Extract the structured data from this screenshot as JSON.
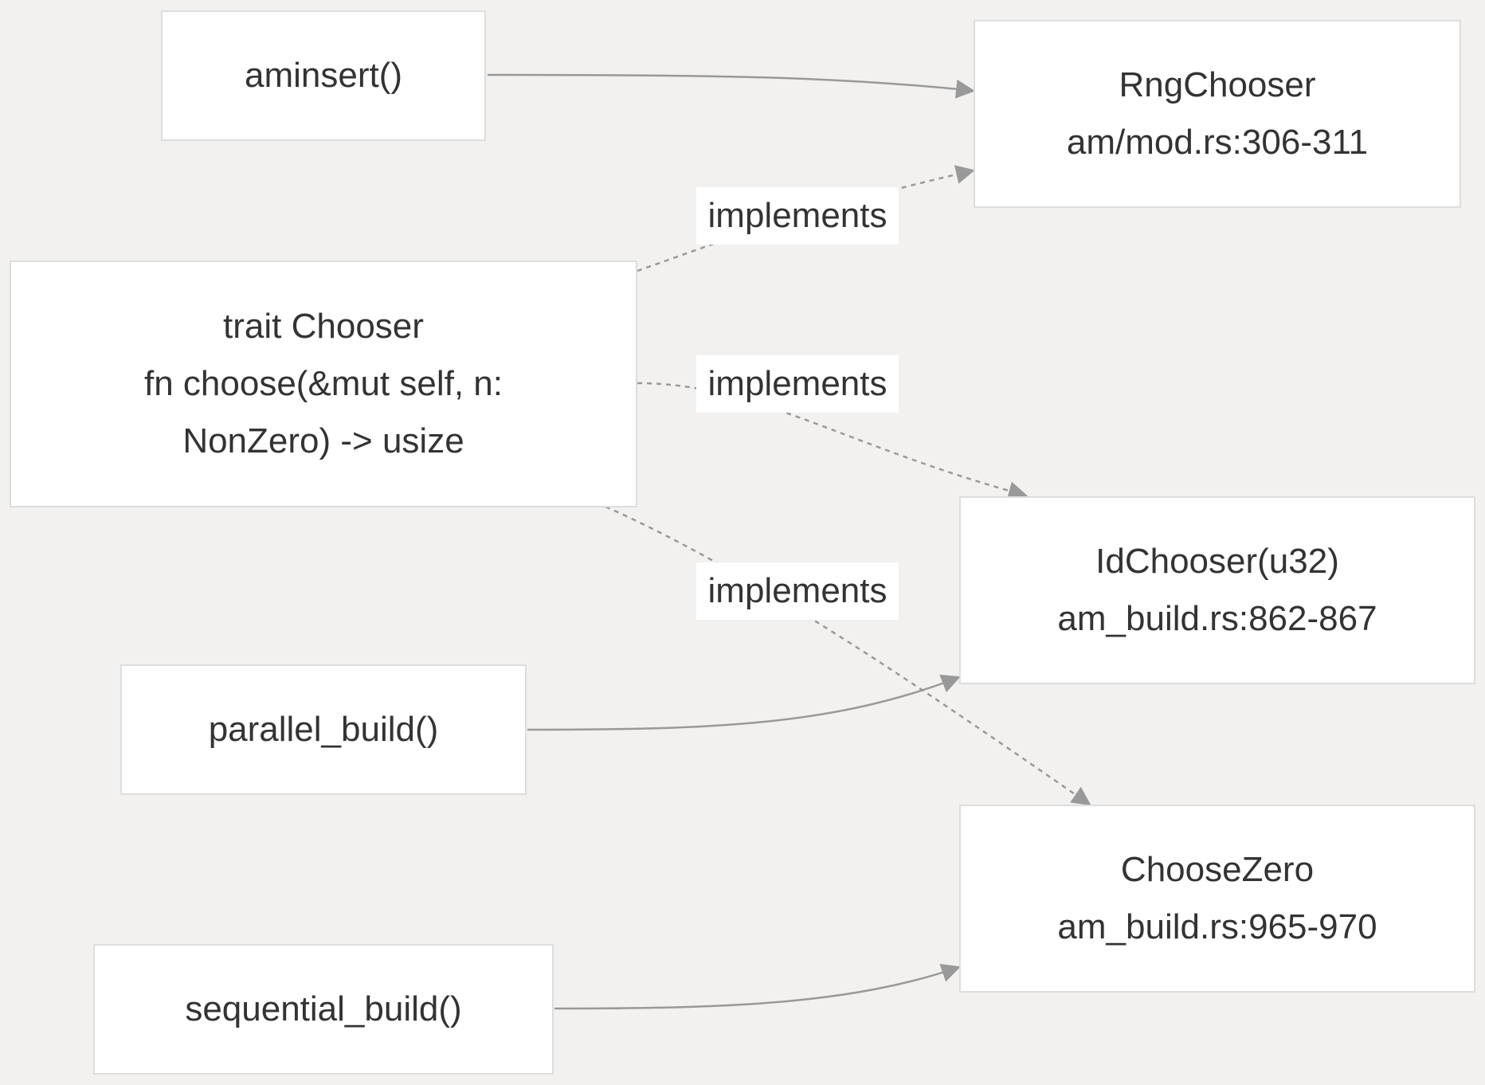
{
  "nodes": {
    "aminsert": {
      "lines": [
        "aminsert()"
      ]
    },
    "rng_chooser": {
      "lines": [
        "RngChooser",
        "am/mod.rs:306-311"
      ]
    },
    "trait_chooser": {
      "lines": [
        "trait Chooser",
        "fn choose(&mut self, n:",
        "NonZero) -> usize"
      ]
    },
    "id_chooser": {
      "lines": [
        "IdChooser(u32)",
        "am_build.rs:862-867"
      ]
    },
    "parallel_build": {
      "lines": [
        "parallel_build()"
      ]
    },
    "choose_zero": {
      "lines": [
        "ChooseZero",
        "am_build.rs:965-970"
      ]
    },
    "sequential_build": {
      "lines": [
        "sequential_build()"
      ]
    }
  },
  "edges": [
    {
      "from": "aminsert",
      "to": "rng_chooser",
      "style": "solid",
      "label": ""
    },
    {
      "from": "trait_chooser",
      "to": "rng_chooser",
      "style": "dashed",
      "label": "implements"
    },
    {
      "from": "trait_chooser",
      "to": "id_chooser",
      "style": "dashed",
      "label": "implements"
    },
    {
      "from": "trait_chooser",
      "to": "choose_zero",
      "style": "dashed",
      "label": "implements"
    },
    {
      "from": "parallel_build",
      "to": "id_chooser",
      "style": "solid",
      "label": ""
    },
    {
      "from": "sequential_build",
      "to": "choose_zero",
      "style": "solid",
      "label": ""
    }
  ],
  "colors": {
    "background": "#f2f1f0",
    "node_fill": "#ffffff",
    "node_border": "#dddddd",
    "edge": "#999999",
    "text": "#333333"
  }
}
